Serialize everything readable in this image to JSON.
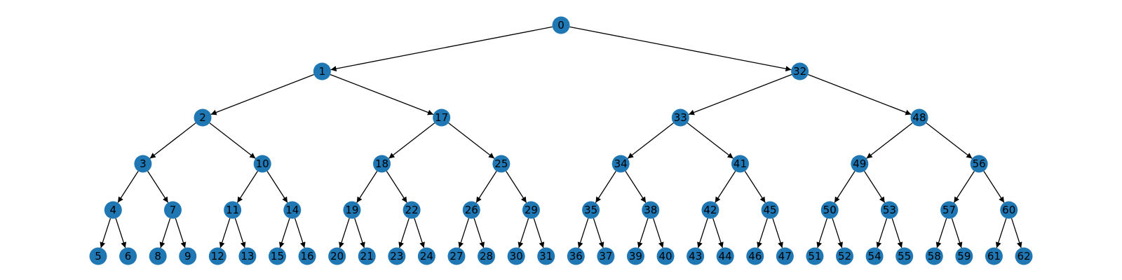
{
  "colors": {
    "node_fill": "#1f77b4",
    "edge": "#000000",
    "label": "#000000",
    "background": "#ffffff"
  },
  "graph": {
    "type": "tree",
    "directed": true,
    "root": "0",
    "nodes": [
      {
        "id": "0",
        "children": [
          "1",
          "32"
        ]
      },
      {
        "id": "1",
        "children": [
          "2",
          "17"
        ]
      },
      {
        "id": "2",
        "children": [
          "3",
          "10"
        ]
      },
      {
        "id": "3",
        "children": [
          "4",
          "7"
        ]
      },
      {
        "id": "4",
        "children": [
          "5",
          "6"
        ]
      },
      {
        "id": "5",
        "children": []
      },
      {
        "id": "6",
        "children": []
      },
      {
        "id": "7",
        "children": [
          "8",
          "9"
        ]
      },
      {
        "id": "8",
        "children": []
      },
      {
        "id": "9",
        "children": []
      },
      {
        "id": "10",
        "children": [
          "11",
          "14"
        ]
      },
      {
        "id": "11",
        "children": [
          "12",
          "13"
        ]
      },
      {
        "id": "12",
        "children": []
      },
      {
        "id": "13",
        "children": []
      },
      {
        "id": "14",
        "children": [
          "15",
          "16"
        ]
      },
      {
        "id": "15",
        "children": []
      },
      {
        "id": "16",
        "children": []
      },
      {
        "id": "17",
        "children": [
          "18",
          "25"
        ]
      },
      {
        "id": "18",
        "children": [
          "19",
          "22"
        ]
      },
      {
        "id": "19",
        "children": [
          "20",
          "21"
        ]
      },
      {
        "id": "20",
        "children": []
      },
      {
        "id": "21",
        "children": []
      },
      {
        "id": "22",
        "children": [
          "23",
          "24"
        ]
      },
      {
        "id": "23",
        "children": []
      },
      {
        "id": "24",
        "children": []
      },
      {
        "id": "25",
        "children": [
          "26",
          "29"
        ]
      },
      {
        "id": "26",
        "children": [
          "27",
          "28"
        ]
      },
      {
        "id": "27",
        "children": []
      },
      {
        "id": "28",
        "children": []
      },
      {
        "id": "29",
        "children": [
          "30",
          "31"
        ]
      },
      {
        "id": "30",
        "children": []
      },
      {
        "id": "31",
        "children": []
      },
      {
        "id": "32",
        "children": [
          "33",
          "48"
        ]
      },
      {
        "id": "33",
        "children": [
          "34",
          "41"
        ]
      },
      {
        "id": "34",
        "children": [
          "35",
          "38"
        ]
      },
      {
        "id": "35",
        "children": [
          "36",
          "37"
        ]
      },
      {
        "id": "36",
        "children": []
      },
      {
        "id": "37",
        "children": []
      },
      {
        "id": "38",
        "children": [
          "39",
          "40"
        ]
      },
      {
        "id": "39",
        "children": []
      },
      {
        "id": "40",
        "children": []
      },
      {
        "id": "41",
        "children": [
          "42",
          "45"
        ]
      },
      {
        "id": "42",
        "children": [
          "43",
          "44"
        ]
      },
      {
        "id": "43",
        "children": []
      },
      {
        "id": "44",
        "children": []
      },
      {
        "id": "45",
        "children": [
          "46",
          "47"
        ]
      },
      {
        "id": "46",
        "children": []
      },
      {
        "id": "47",
        "children": []
      },
      {
        "id": "48",
        "children": [
          "49",
          "56"
        ]
      },
      {
        "id": "49",
        "children": [
          "50",
          "53"
        ]
      },
      {
        "id": "50",
        "children": [
          "51",
          "52"
        ]
      },
      {
        "id": "51",
        "children": []
      },
      {
        "id": "52",
        "children": []
      },
      {
        "id": "53",
        "children": [
          "54",
          "55"
        ]
      },
      {
        "id": "54",
        "children": []
      },
      {
        "id": "55",
        "children": []
      },
      {
        "id": "56",
        "children": [
          "57",
          "60"
        ]
      },
      {
        "id": "57",
        "children": [
          "58",
          "59"
        ]
      },
      {
        "id": "58",
        "children": []
      },
      {
        "id": "59",
        "children": []
      },
      {
        "id": "60",
        "children": [
          "61",
          "62"
        ]
      },
      {
        "id": "61",
        "children": []
      },
      {
        "id": "62",
        "children": []
      }
    ]
  }
}
